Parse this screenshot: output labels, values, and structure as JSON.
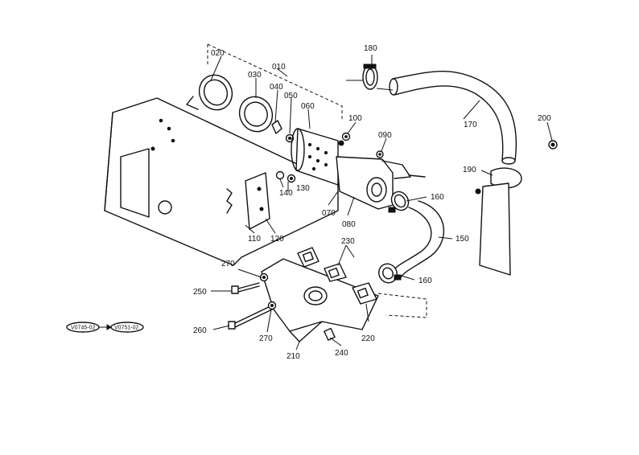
{
  "callouts": {
    "c010": "010",
    "c020": "020",
    "c030": "030",
    "c040": "040",
    "c050": "050",
    "c060": "060",
    "c070": "070",
    "c080": "080",
    "c090": "090",
    "c100": "100",
    "c110": "110",
    "c120": "120",
    "c130": "130",
    "c140": "140",
    "c150": "150",
    "c160a": "160",
    "c160b": "160",
    "c170": "170",
    "c180": "180",
    "c190": "190",
    "c200": "200",
    "c210": "210",
    "c220": "220",
    "c230": "230",
    "c240": "240",
    "c250": "250",
    "c260": "260",
    "c270a": "270",
    "c270b": "270"
  },
  "serial_refs": {
    "from": "V0745-02",
    "to": "V0751-02"
  }
}
